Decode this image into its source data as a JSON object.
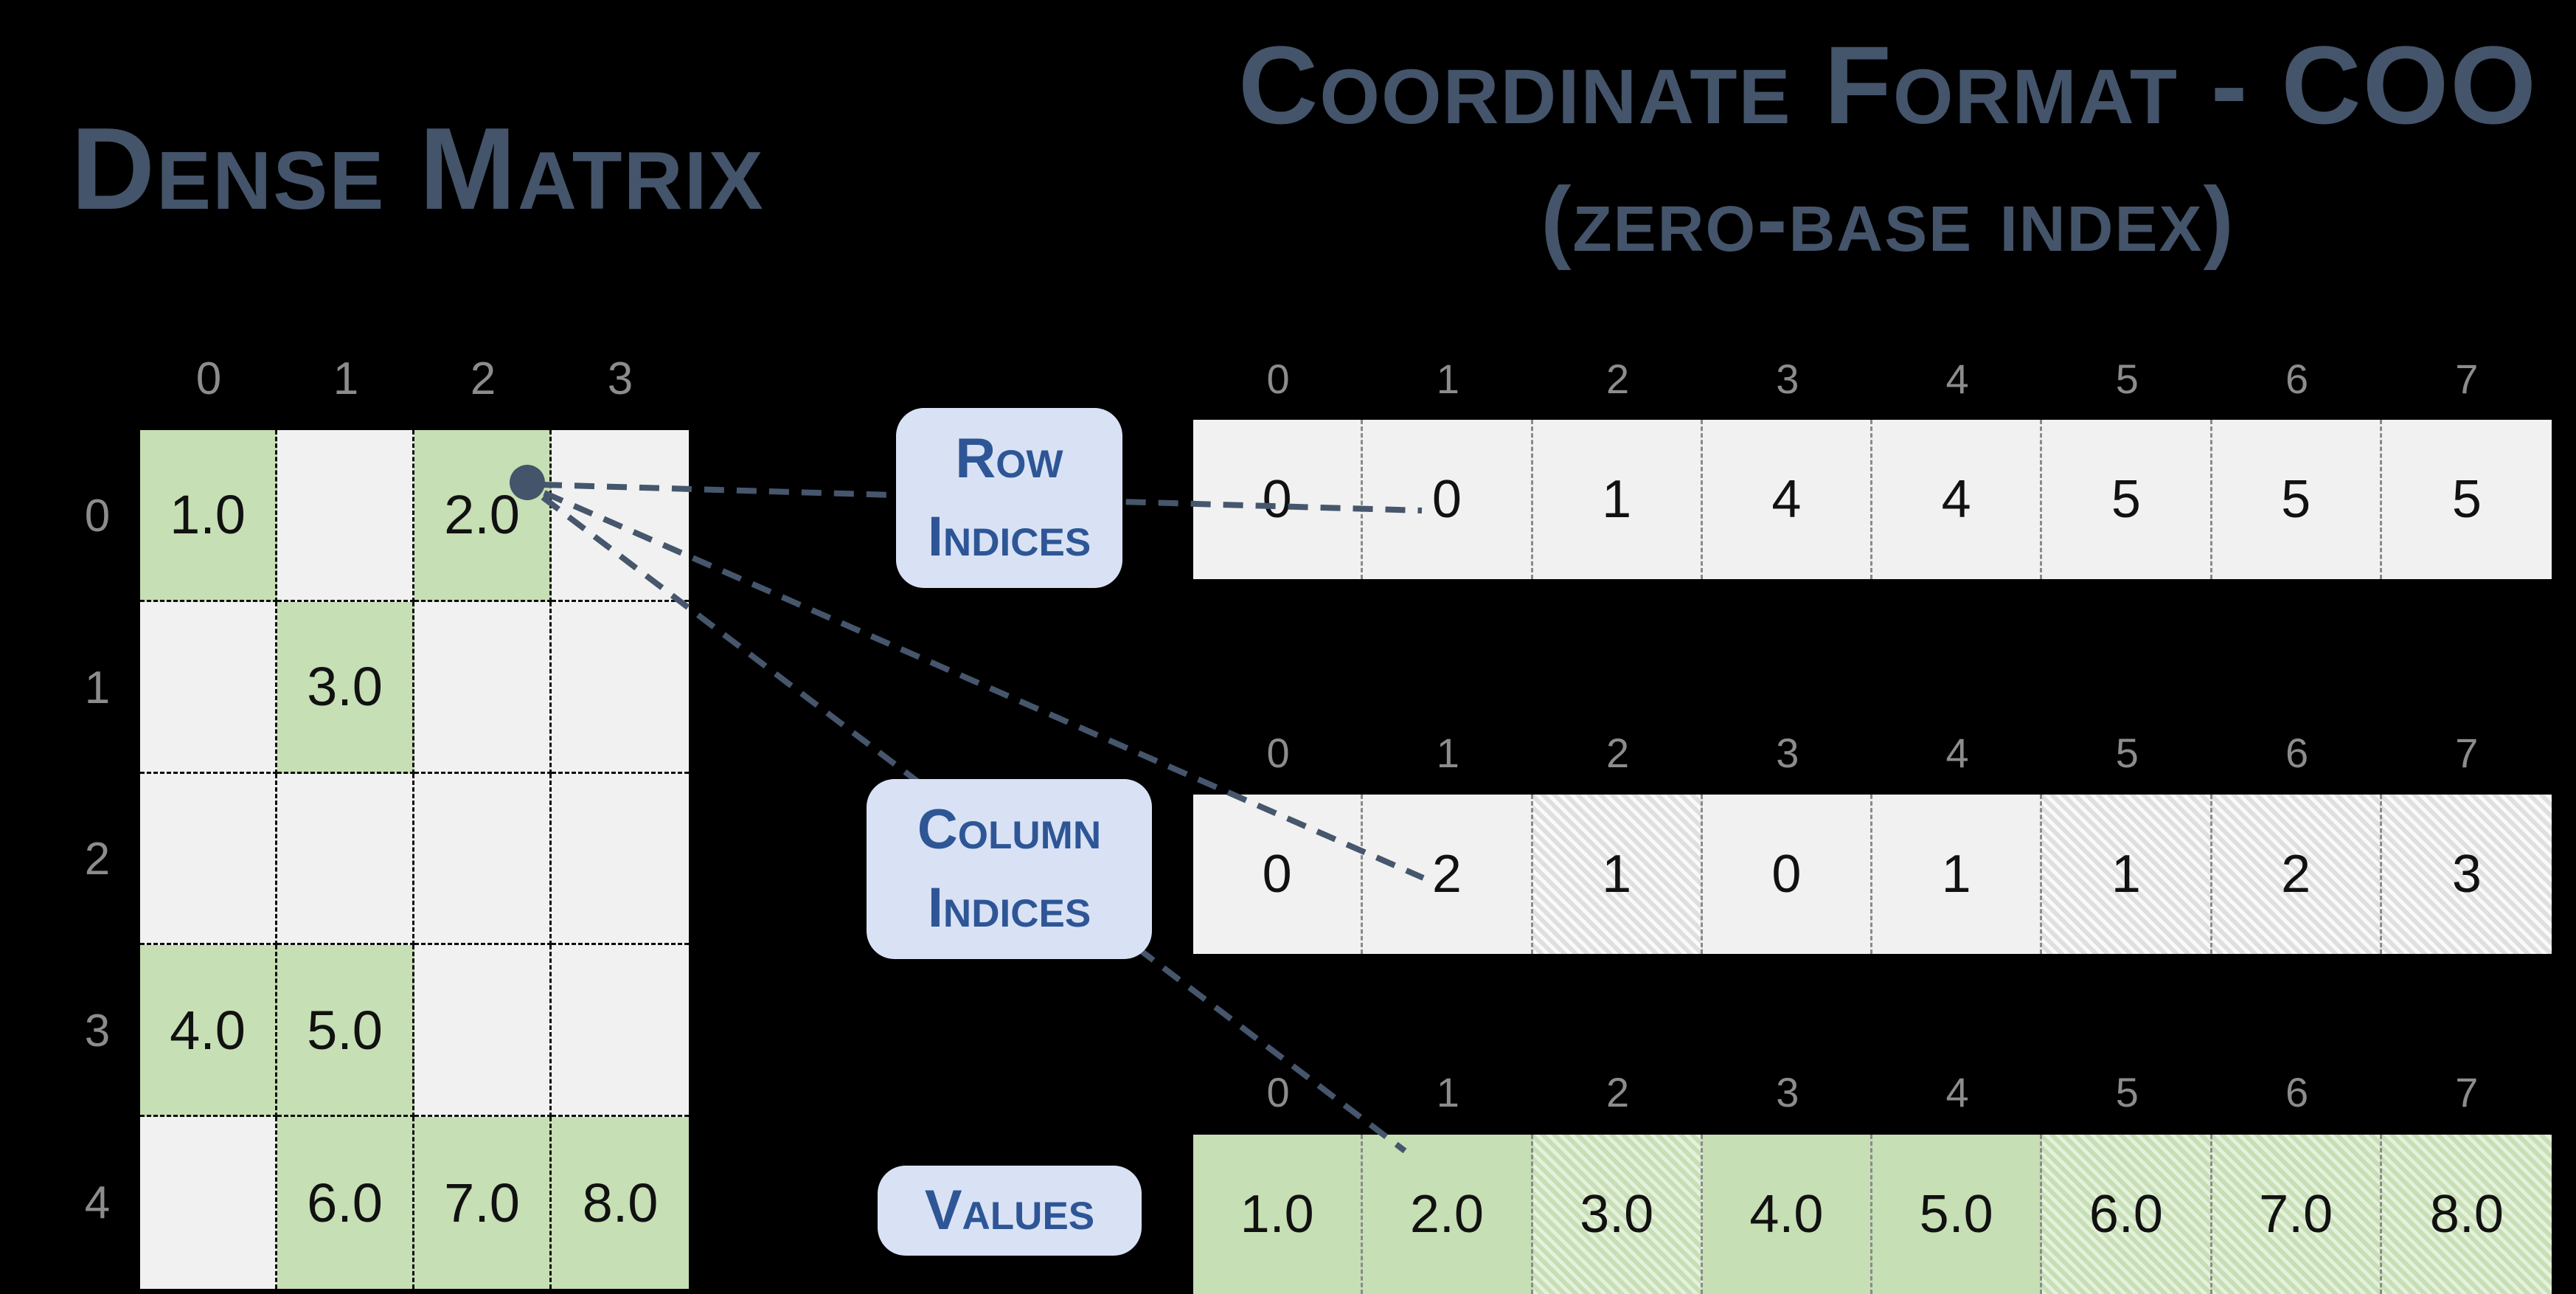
{
  "titles": {
    "dense": "Dense Matrix",
    "coo_line1": "Coordinate Format - COO",
    "coo_line2": "(zero-base index)"
  },
  "dense_matrix": {
    "col_headers": [
      "0",
      "1",
      "2",
      "3"
    ],
    "row_headers": [
      "0",
      "1",
      "2",
      "3",
      "4"
    ],
    "cells": [
      [
        "1.0",
        "",
        "2.0",
        ""
      ],
      [
        "",
        "3.0",
        "",
        ""
      ],
      [
        "",
        "",
        "",
        ""
      ],
      [
        "4.0",
        "5.0",
        "",
        ""
      ],
      [
        "",
        "6.0",
        "7.0",
        "8.0"
      ]
    ]
  },
  "index_headers": [
    "0",
    "1",
    "2",
    "3",
    "4",
    "5",
    "6",
    "7"
  ],
  "arrays": {
    "row_indices": {
      "label_line1": "Row",
      "label_line2": "Indices",
      "values": [
        "0",
        "0",
        "1",
        "4",
        "4",
        "5",
        "5",
        "5"
      ]
    },
    "col_indices": {
      "label_line1": "Column",
      "label_line2": "Indices",
      "values": [
        "0",
        "2",
        "1",
        "0",
        "1",
        "1",
        "2",
        "3"
      ]
    },
    "values": {
      "label": "Values",
      "values": [
        "1.0",
        "2.0",
        "3.0",
        "4.0",
        "5.0",
        "6.0",
        "7.0",
        "8.0"
      ]
    }
  },
  "colors": {
    "title_text": "#44546A",
    "label_text": "#2E5696",
    "label_fill": "#D9E2F5",
    "nonzero_green": "#C6DFB4",
    "empty_gray": "#F1F1F1",
    "header_gray": "#8C8C8C",
    "connector": "#46566C",
    "background": "#000000"
  }
}
